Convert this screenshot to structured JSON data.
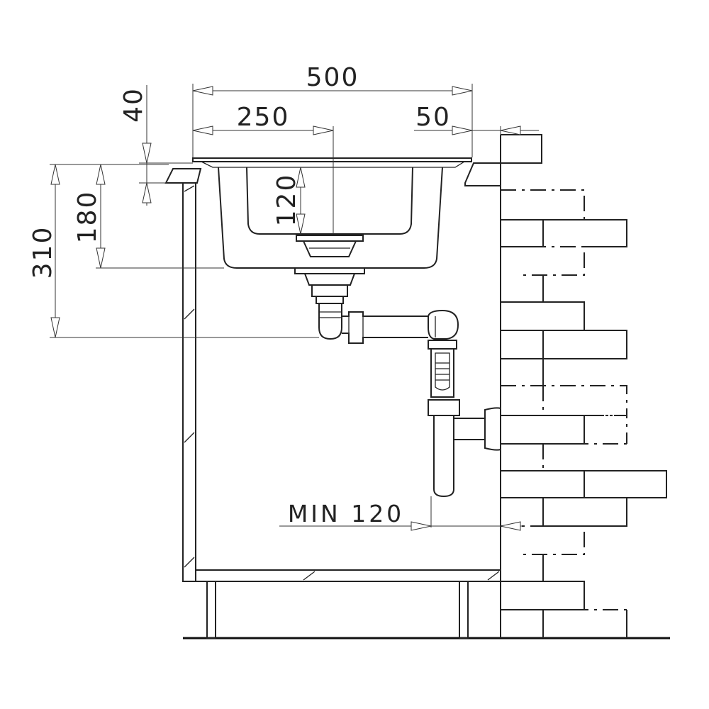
{
  "dimensions": {
    "width_total": "500",
    "width_half": "250",
    "offset_wall": "50",
    "rim_height": "40",
    "bowl_depth": "180",
    "drain_depth": "120",
    "waste_depth": "310",
    "min_clearance": "MIN 120"
  }
}
